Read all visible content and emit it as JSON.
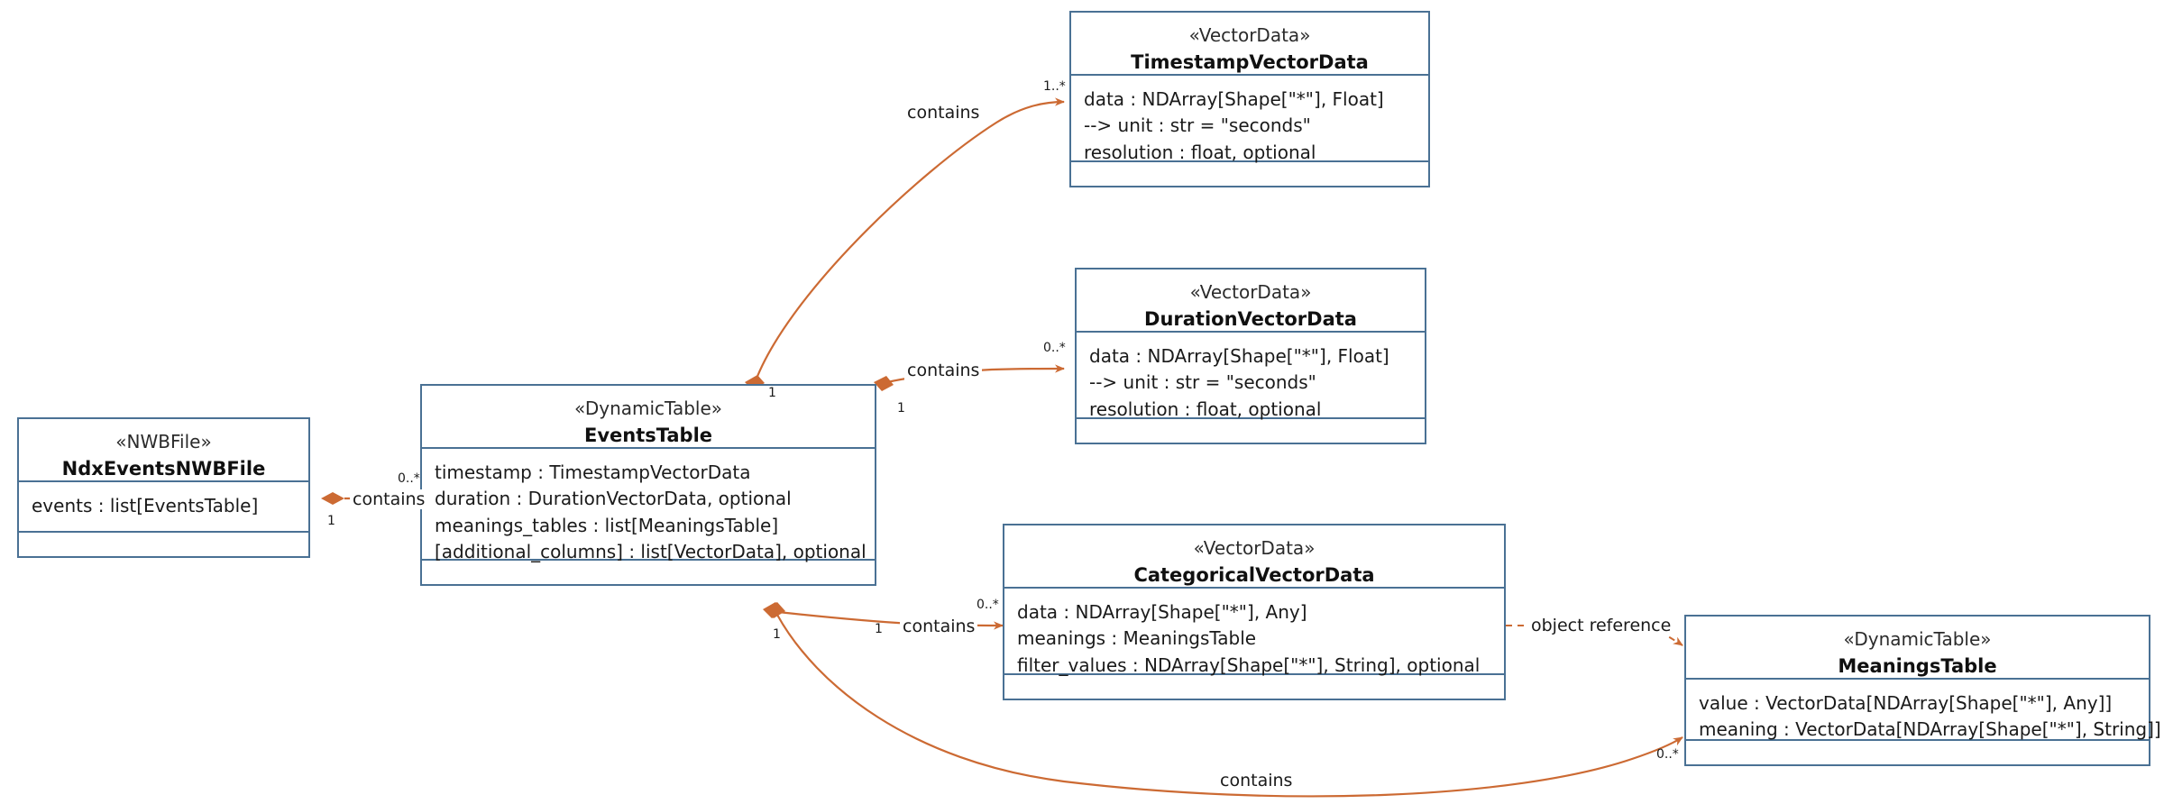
{
  "diagram": {
    "title": "ndx-events UML class diagram",
    "colors": {
      "box_border": "#4a7194",
      "box_fill": "#ffffff",
      "edge": "#cc6a33",
      "diamond": "#cc6a33",
      "text": "#1a1a1a",
      "background": "#ffffff"
    }
  },
  "classes": [
    {
      "id": "ndx_events_nwbfile",
      "stereotype": "«NWBFile»",
      "name": "NdxEventsNWBFile",
      "attributes": [
        "events : list[EventsTable]"
      ],
      "methods": []
    },
    {
      "id": "events_table",
      "stereotype": "«DynamicTable»",
      "name": "EventsTable",
      "attributes": [
        "timestamp : TimestampVectorData",
        "duration : DurationVectorData, optional",
        "meanings_tables : list[MeaningsTable]",
        "[additional_columns] : list[VectorData], optional"
      ],
      "methods": []
    },
    {
      "id": "timestamp_vector_data",
      "stereotype": "«VectorData»",
      "name": "TimestampVectorData",
      "attributes": [
        "data : NDArray[Shape[\"*\"], Float]",
        "--> unit : str = \"seconds\"",
        "resolution : float, optional"
      ],
      "methods": []
    },
    {
      "id": "duration_vector_data",
      "stereotype": "«VectorData»",
      "name": "DurationVectorData",
      "attributes": [
        "data : NDArray[Shape[\"*\"], Float]",
        "--> unit : str = \"seconds\"",
        "resolution : float, optional"
      ],
      "methods": []
    },
    {
      "id": "categorical_vector_data",
      "stereotype": "«VectorData»",
      "name": "CategoricalVectorData",
      "attributes": [
        "data : NDArray[Shape[\"*\"], Any]",
        "meanings : MeaningsTable",
        "filter_values : NDArray[Shape[\"*\"], String], optional"
      ],
      "methods": []
    },
    {
      "id": "meanings_table",
      "stereotype": "«DynamicTable»",
      "name": "MeaningsTable",
      "attributes": [
        "value : VectorData[NDArray[Shape[\"*\"], Any]]",
        "meaning : VectorData[NDArray[Shape[\"*\"], String]]"
      ],
      "methods": []
    }
  ],
  "edges": [
    {
      "id": "nwbfile_to_events",
      "label": "contains",
      "source_multiplicity": "1",
      "target_multiplicity": "0..*",
      "kind": "composition"
    },
    {
      "id": "events_to_timestamp",
      "label": "contains",
      "source_multiplicity": "1",
      "target_multiplicity": "1..*",
      "kind": "composition"
    },
    {
      "id": "events_to_duration",
      "label": "contains",
      "source_multiplicity": "1",
      "target_multiplicity": "0..*",
      "kind": "composition"
    },
    {
      "id": "events_to_categorical",
      "label": "contains",
      "source_multiplicity": "1",
      "target_multiplicity": "0..*",
      "kind": "composition"
    },
    {
      "id": "events_to_meanings",
      "label": "contains",
      "source_multiplicity": "1",
      "target_multiplicity": "0..*",
      "kind": "composition"
    },
    {
      "id": "categorical_to_meanings",
      "label": "object reference",
      "source_multiplicity": "",
      "target_multiplicity": "",
      "kind": "dependency"
    }
  ]
}
